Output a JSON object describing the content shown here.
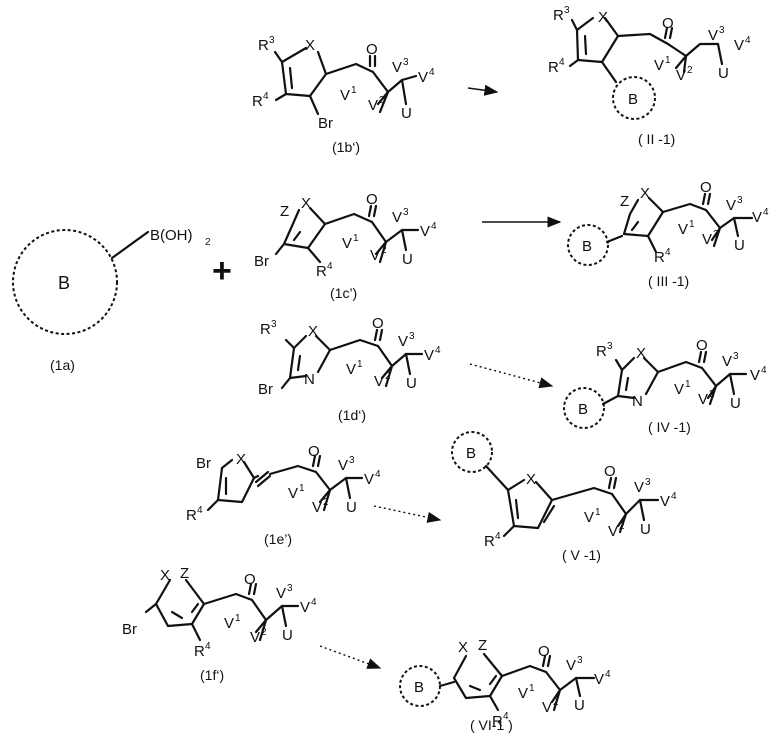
{
  "plus_sign": "+",
  "reagent": {
    "ring_label": "B",
    "group": "B(OH)",
    "group_sub": "2",
    "id": "(1a)"
  },
  "atoms": {
    "X": "X",
    "Z": "Z",
    "N": "N",
    "O": "O",
    "Br": "Br",
    "U": "U",
    "R": "R",
    "V": "V",
    "B": "B",
    "sup_3": "3",
    "sup_4": "4",
    "sup_1": "1",
    "sup_2": "2"
  },
  "compounds": {
    "c1b": "(1b‘)",
    "c1c": "(1c’)",
    "c1d": "(1d‘)",
    "c1e": "(1e’)",
    "c1f": "(1f‘)",
    "p2": "( II -1)",
    "p3": "( III -1)",
    "p4": "( IV -1)",
    "p5": "( V -1)",
    "p6": "( VI-1 )"
  },
  "arrows": [
    {
      "from": "(1b‘)",
      "to": "( II -1)",
      "style": "short-solid"
    },
    {
      "from": "(1c’)",
      "to": "( III -1)",
      "style": "solid"
    },
    {
      "from": "(1d‘)",
      "to": "( IV -1)",
      "style": "dotted"
    },
    {
      "from": "(1e’)",
      "to": "( V -1)",
      "style": "dotted"
    },
    {
      "from": "(1f‘)",
      "to": "( VI-1 )",
      "style": "dotted"
    }
  ]
}
